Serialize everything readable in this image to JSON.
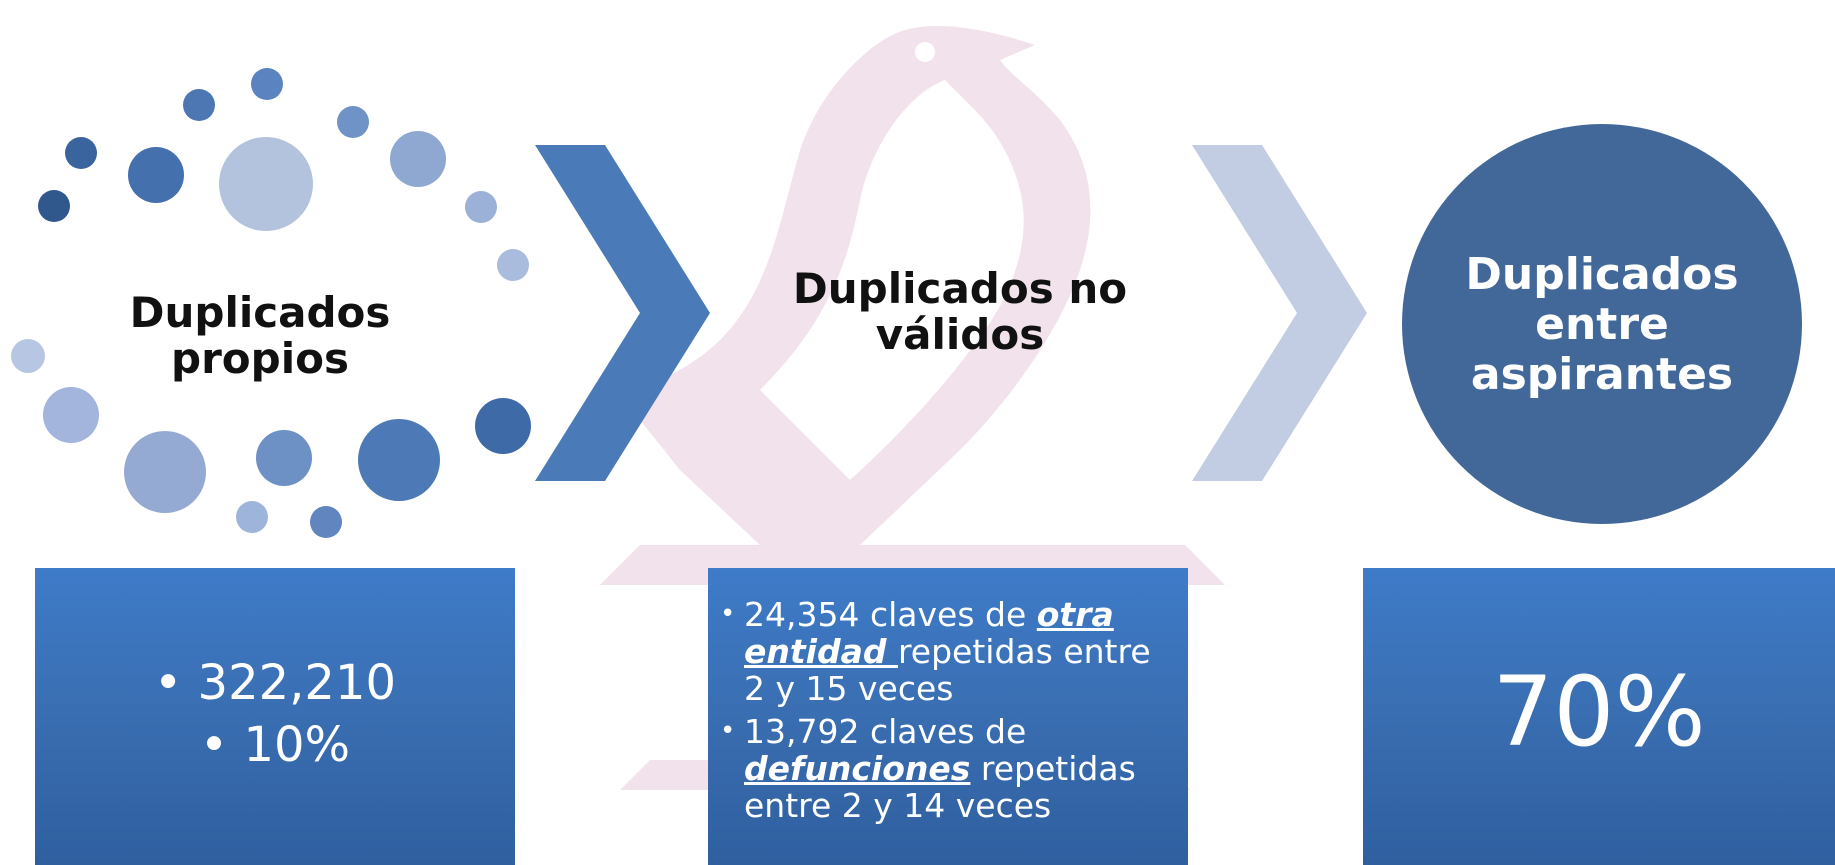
{
  "colors": {
    "box_blue": "#3a6fb3",
    "chevron_dark": "#4a7ab8",
    "chevron_light": "#c2cde3",
    "circle": "#42689a",
    "watermark": "#f1e2ec"
  },
  "icons": [
    "dove-watermark",
    "bubbles-ring",
    "chevron-right",
    "chevron-right"
  ],
  "steps": [
    {
      "title": "Duplicados propios",
      "box": {
        "items": [
          "322,210",
          "10%"
        ]
      }
    },
    {
      "title_line1": "Duplicados no",
      "title_line2": "válidos",
      "box": {
        "item1": {
          "pre": "24,354 claves de ",
          "kw": "otra entidad ",
          "post": "repetidas entre 2 y 15 veces"
        },
        "item2": {
          "pre": "13,792 claves de ",
          "kw": "defunciones",
          "post": " repetidas entre 2 y 14 veces"
        }
      }
    },
    {
      "title_line1": "Duplicados",
      "title_line2": "entre",
      "title_line3": "aspirantes",
      "box": {
        "value": "70%"
      }
    }
  ]
}
